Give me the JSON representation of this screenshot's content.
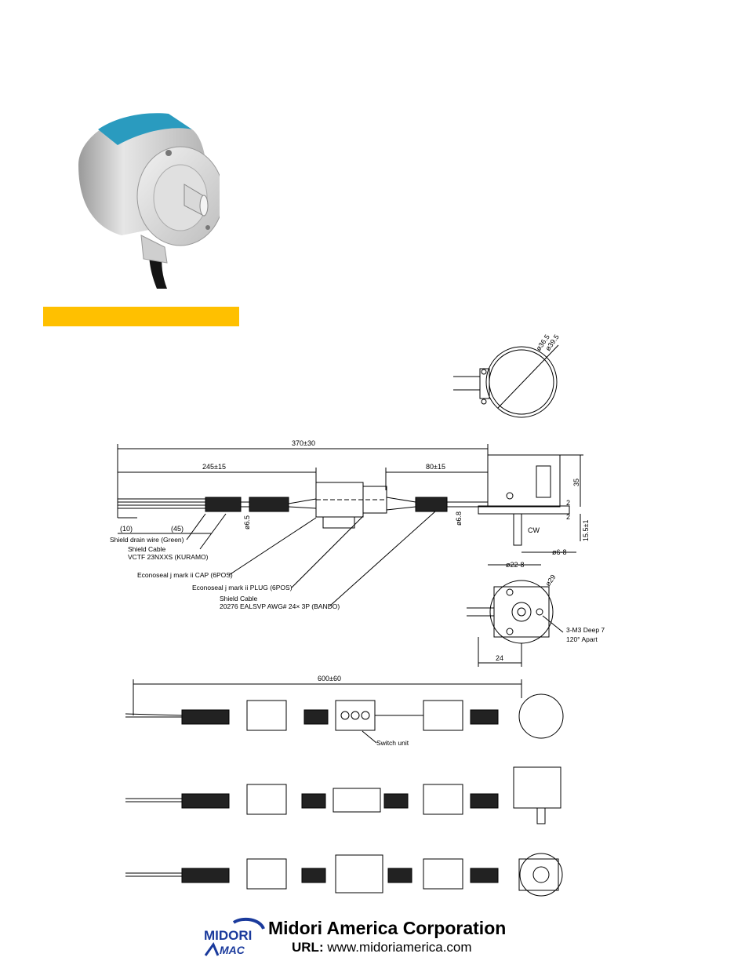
{
  "product_photo": {
    "icon": "rotary-encoder-photo",
    "colors": {
      "label": "#2a9bbf",
      "body": "#c8c8c8",
      "cable": "#111111"
    }
  },
  "section_bar": {
    "color": "#ffc000"
  },
  "drawing": {
    "dia_outer": "ø39.5",
    "dia_inner": "ø36.5",
    "overall_length": "370±30",
    "left_length": "245±15",
    "right_length": "80±15",
    "drain_len": "(10)",
    "strip_len": "(45)",
    "cable_dia_left": "ø6.5",
    "cable_dia_right": "ø6.8",
    "height": "35",
    "flange": "2",
    "flange2": "2",
    "shaft_len": "15.5±1",
    "rotation": "CW",
    "shaft_dia": "ø6-8",
    "pilot_dia": "ø22-8",
    "bolt_circle": "ø29",
    "mount_note1": "3-M3 Deep 7",
    "mount_note2": "120° Apart",
    "width": "24",
    "label_drain": "Shield drain wire (Green)",
    "label_cable1a": "Shield Cable",
    "label_cable1b": "VCTF 23NXXS (KURAMO)",
    "label_cap": "Econoseal j mark ii CAP (6POS)",
    "label_plug": "Econoseal j mark ii PLUG (6POS)",
    "label_cable2a": "Shield Cable",
    "label_cable2b": "20276 EALSVP AWG# 24× 3P (BANDO)",
    "overall2": "600±60",
    "switch_unit": "Switch unit"
  },
  "footer": {
    "logo_top": "MIDORI",
    "logo_bottom": "MAC",
    "company": "Midori America Corporation",
    "url_label": "URL:",
    "url": "www.midoriamerica.com",
    "logo_color": "#1a3a9c"
  }
}
